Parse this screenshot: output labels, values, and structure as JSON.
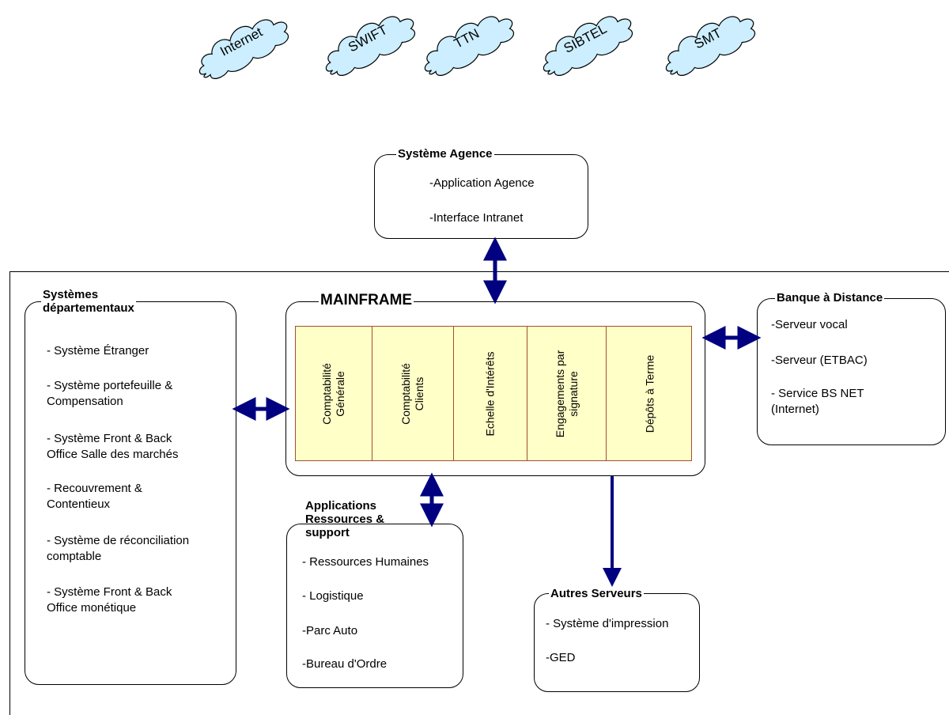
{
  "clouds": [
    "Internet",
    "SWIFT",
    "TTN",
    "SIBTEL",
    "SMT"
  ],
  "systeme_agence": {
    "title": "Système Agence",
    "items": [
      "-Application Agence",
      "-Interface Intranet"
    ]
  },
  "departementaux": {
    "title": "Systèmes\ndépartementaux",
    "items": [
      "- Système Étranger",
      "- Système portefeuille &\nCompensation",
      "- Système Front & Back\nOffice Salle des marchés",
      "- Recouvrement &\nContentieux",
      "- Système de réconciliation\ncomptable",
      "- Système Front & Back\nOffice monétique"
    ]
  },
  "mainframe": {
    "title": "MAINFRAME",
    "modules": [
      "Comptabilité\nGénérale",
      "Comptabilité\nClients",
      "Echelle d'Intérêts",
      "Engagements par\nsignature",
      "Dépôts à Terme"
    ]
  },
  "banque_distance": {
    "title": "Banque à Distance",
    "items": [
      "-Serveur vocal",
      "-Serveur (ETBAC)",
      "- Service BS NET\n(Internet)"
    ]
  },
  "ressources": {
    "title": "Applications\nRessources &\nsupport",
    "items": [
      "- Ressources Humaines",
      "- Logistique",
      "-Parc Auto",
      "-Bureau d'Ordre"
    ]
  },
  "autres_serveurs": {
    "title": "Autres Serveurs",
    "items": [
      "- Système d'impression",
      "-GED"
    ]
  },
  "colors": {
    "arrow": "#000080",
    "module_fill": "#ffffc8",
    "module_border": "#a0522d"
  }
}
